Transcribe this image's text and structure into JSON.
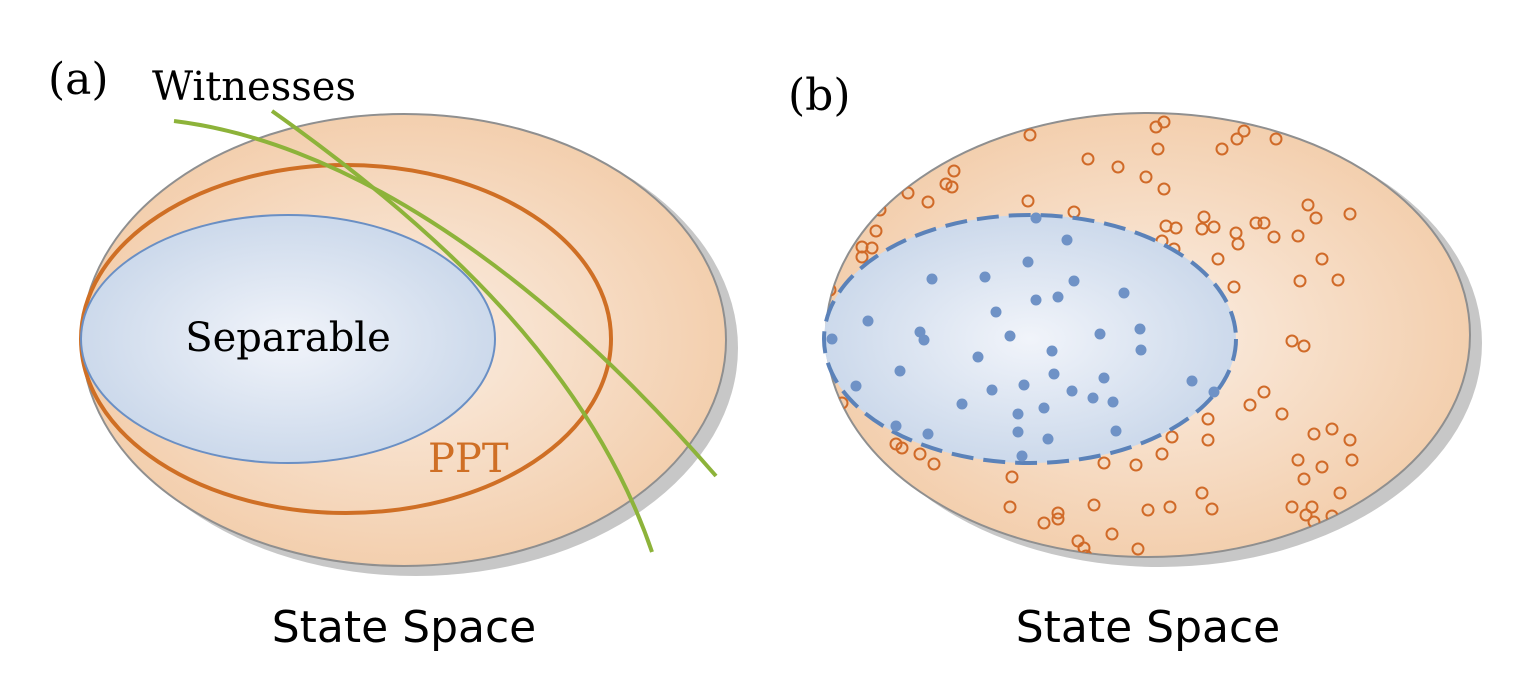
{
  "colors": {
    "state_fill_edge": "#f3cfae",
    "state_fill_center": "#fbeee3",
    "state_stroke": "#8f8f8f",
    "shadow": "#c7c7c7",
    "separable_fill_center": "#f1f4fa",
    "separable_fill_edge": "#ccd9eb",
    "separable_stroke": "#6a8fc4",
    "ppt_stroke": "#cf6f25",
    "witness_stroke": "#8db33a",
    "dashed_stroke": "#5b82b9",
    "separable_dot": "#6f92c6",
    "entangled_dot": "#d06a28"
  },
  "panel_a": {
    "label": "(a)",
    "witnesses_label": "Witnesses",
    "separable_label": "Separable",
    "ppt_label": "PPT",
    "caption": "State Space"
  },
  "panel_b": {
    "label": "(b)",
    "caption": "State Space"
  }
}
